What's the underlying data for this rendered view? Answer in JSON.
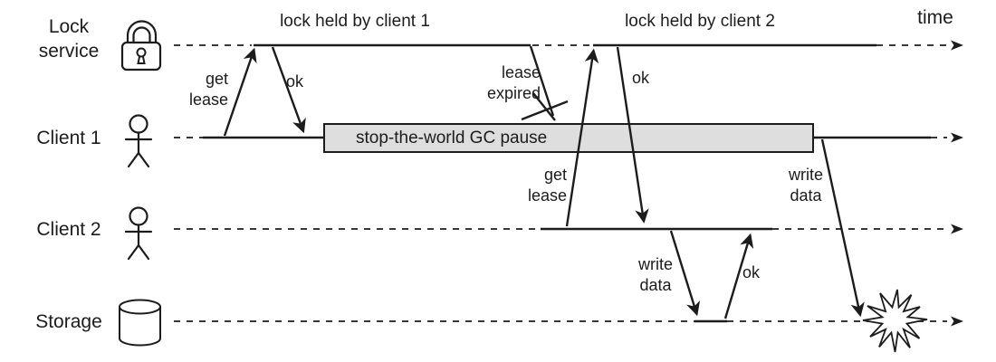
{
  "diagram": {
    "time_label": "time",
    "lanes": [
      {
        "label": "Lock\nservice",
        "icon": "padlock-icon"
      },
      {
        "label": "Client 1",
        "icon": "person-icon"
      },
      {
        "label": "Client 2",
        "icon": "person-icon"
      },
      {
        "label": "Storage",
        "icon": "database-cylinder-icon"
      }
    ],
    "spans": {
      "lock_held_1": "lock held by client 1",
      "lock_held_2": "lock held by client 2",
      "gc_pause": "stop-the-world GC pause"
    },
    "messages": {
      "get_lease_1": "get\nlease",
      "ok_1": "ok",
      "lease_expired": "lease\nexpired",
      "get_lease_2": "get\nlease",
      "ok_2": "ok",
      "write_data_2": "write\ndata",
      "ok_storage": "ok",
      "write_data_1": "write\ndata"
    },
    "colors": {
      "ink": "#1c1c1c",
      "gc_box_fill": "#dedede",
      "background": "#ffffff"
    }
  }
}
